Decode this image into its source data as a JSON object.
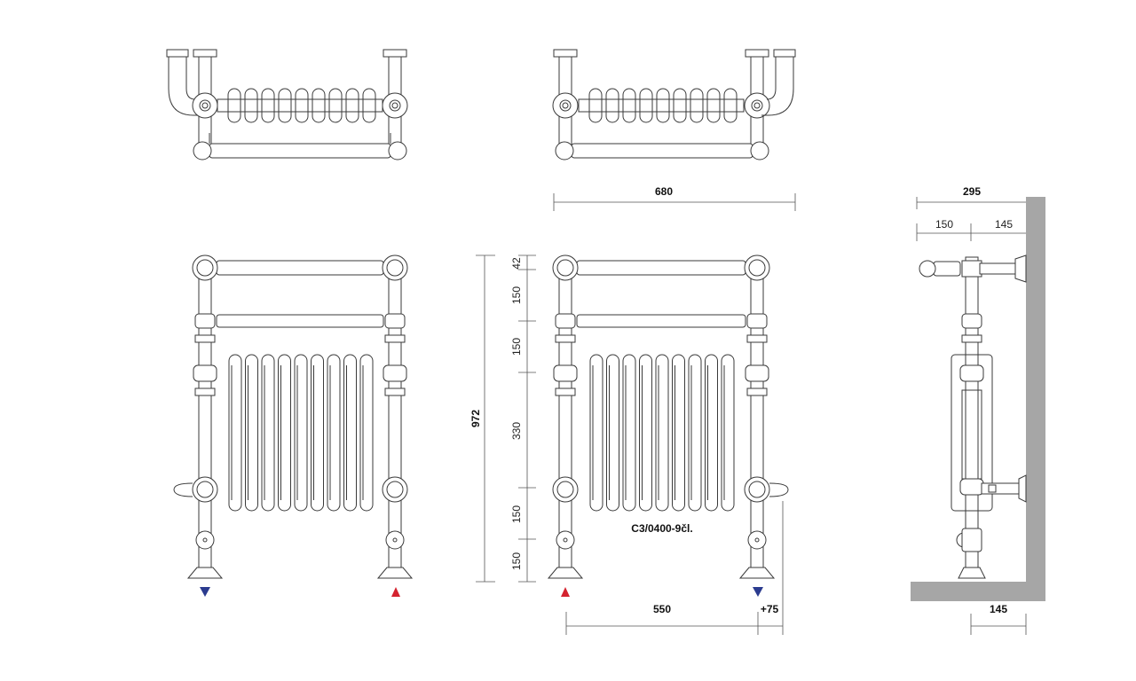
{
  "diagram": {
    "model_label": "C3/0400-9čl.",
    "dimensions": {
      "total_width": "680",
      "total_height": "972",
      "depth_total": "295",
      "depth_front": "150",
      "depth_back": "145",
      "floor_offset": "145",
      "pipe_spacing": "550",
      "pipe_offset": "+75",
      "seg_top": "42",
      "seg_1": "150",
      "seg_2": "150",
      "seg_3": "330",
      "seg_4": "150",
      "seg_5": "150"
    },
    "colors": {
      "inlet": "#d4232f",
      "outlet": "#2b3b8f",
      "wall": "#a6a6a6",
      "line": "#3a3a3a"
    }
  }
}
